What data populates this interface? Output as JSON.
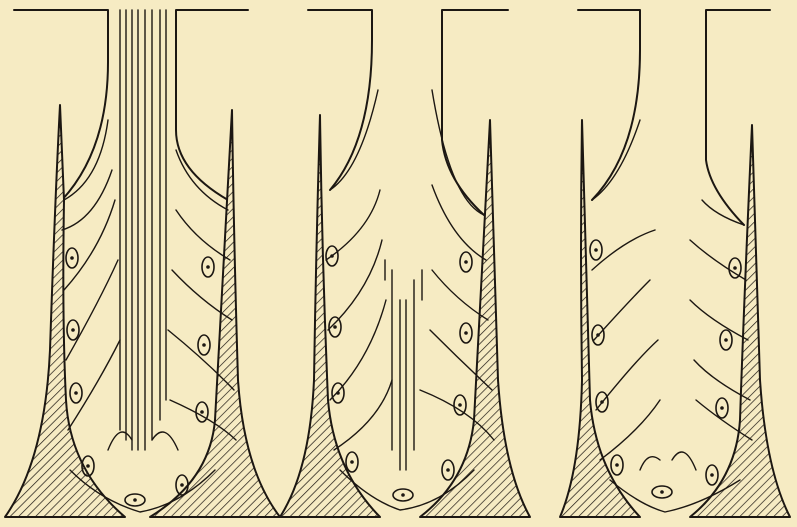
{
  "figure": {
    "panels": [
      {
        "id": "left",
        "cell_count": 9,
        "fiber_count": 8
      },
      {
        "id": "middle",
        "cell_count": 9,
        "fiber_count": 4
      },
      {
        "id": "right",
        "cell_count": 9,
        "fiber_count": 0
      }
    ],
    "colors": {
      "paper": "#f6ebc3",
      "ink": "#1c1712"
    }
  }
}
